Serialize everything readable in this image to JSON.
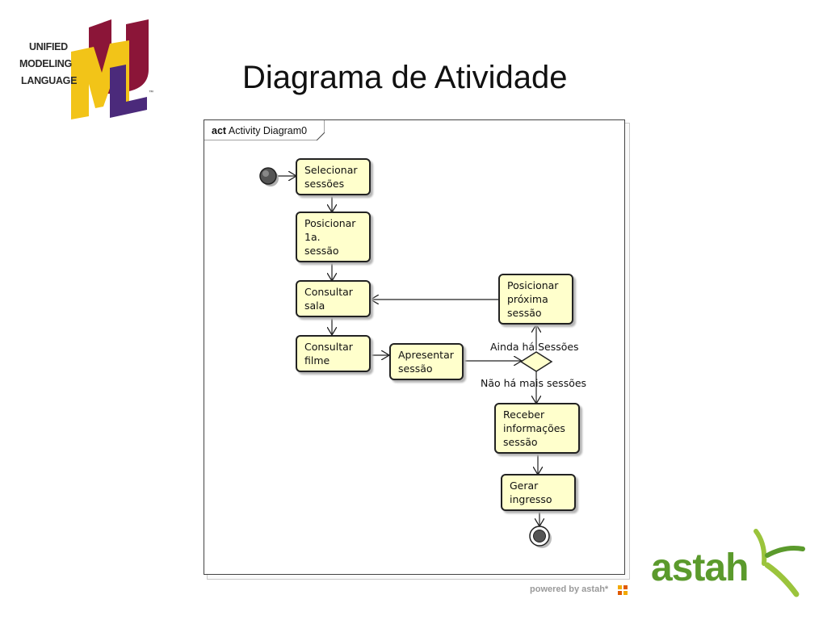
{
  "slide": {
    "title": "Diagrama de Atividade"
  },
  "uml_logo": {
    "line1": "UNIFIED",
    "line2": "MODELING",
    "line3": "LANGUAGE",
    "tm": "™",
    "colors": {
      "u": "#8b1538",
      "m": "#f2c418",
      "l": "#4b2a7b"
    }
  },
  "diagram": {
    "frame_keyword": "act",
    "frame_name": "Activity Diagram0",
    "node_fill": "#ffffcc",
    "actions": [
      {
        "id": "selecionar",
        "label": "Selecionar\nsessões"
      },
      {
        "id": "posicionar1",
        "label": "Posicionar\n1a.\nsessão"
      },
      {
        "id": "consultar-sala",
        "label": "Consultar\nsala"
      },
      {
        "id": "consultar-filme",
        "label": "Consultar\nfilme"
      },
      {
        "id": "apresentar",
        "label": "Apresentar\nsessão"
      },
      {
        "id": "posicionar-proxima",
        "label": "Posicionar\npróxima\nsessão"
      },
      {
        "id": "receber",
        "label": "Receber\ninformações\nsessão"
      },
      {
        "id": "gerar",
        "label": "Gerar\ningresso"
      }
    ],
    "guards": {
      "ainda": "Ainda há Sessões",
      "nao": "Não há mais sessões"
    }
  },
  "footer": {
    "powered": "powered by astah*",
    "astah_logo": "astah",
    "brand_color": "#5b9a2c"
  }
}
